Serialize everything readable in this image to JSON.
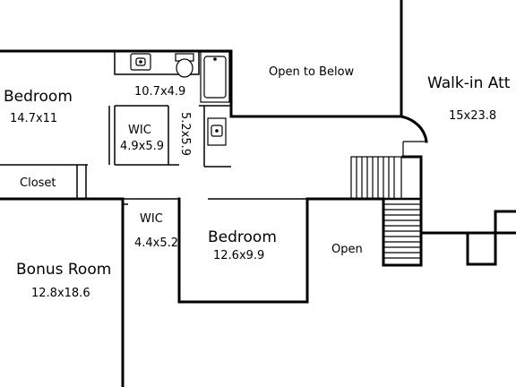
{
  "rooms": {
    "bedroom_left": {
      "name": "Bedroom",
      "size": "14.7x11"
    },
    "bath": {
      "size": "10.7x4.9"
    },
    "wic_upper": {
      "name": "WIC",
      "size": "4.9x5.9"
    },
    "wic_side": {
      "size": "5.2x5.9"
    },
    "closet": {
      "name": "Closet"
    },
    "wic_lower": {
      "name": "WIC",
      "size": "4.4x5.2"
    },
    "bonus": {
      "name": "Bonus Room",
      "size": "12.8x18.6"
    },
    "bedroom_mid": {
      "name": "Bedroom",
      "size": "12.6x9.9"
    },
    "open_below": {
      "name": "Open to Below"
    },
    "open": {
      "name": "Open"
    },
    "attic": {
      "name": "Walk-in Att",
      "size": "15x23.8"
    }
  }
}
